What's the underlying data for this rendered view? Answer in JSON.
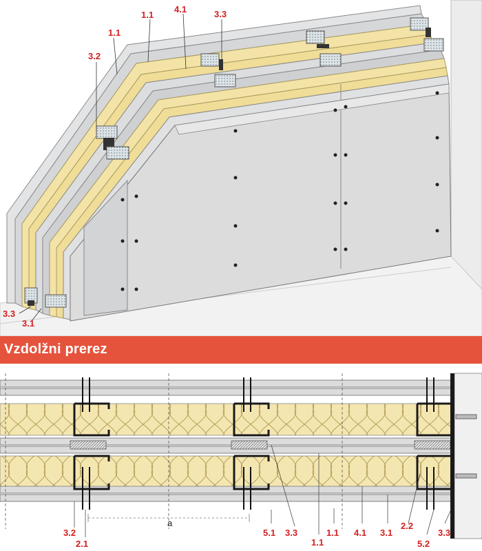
{
  "section_title": "Vzdolžni prerez",
  "iso_labels": {
    "l11a": "1.1",
    "l41": "4.1",
    "l33a": "3.3",
    "l11b": "1.1",
    "l32": "3.2",
    "l33b": "3.3",
    "l31": "3.1"
  },
  "section_labels": {
    "s32": "3.2",
    "s21": "2.1",
    "sa": "a",
    "s51": "5.1",
    "s33a": "3.3",
    "s11a": "1.1",
    "s11b": "1.1",
    "s41": "4.1",
    "s31": "3.1",
    "s22": "2.2",
    "s52": "5.2",
    "s33b": "3.3"
  },
  "colors": {
    "accent": "#e5533c",
    "label_red": "#d32020",
    "board": "#d8d9da",
    "insulation": "#f4e6b0",
    "stud": "#2a2a2a"
  }
}
